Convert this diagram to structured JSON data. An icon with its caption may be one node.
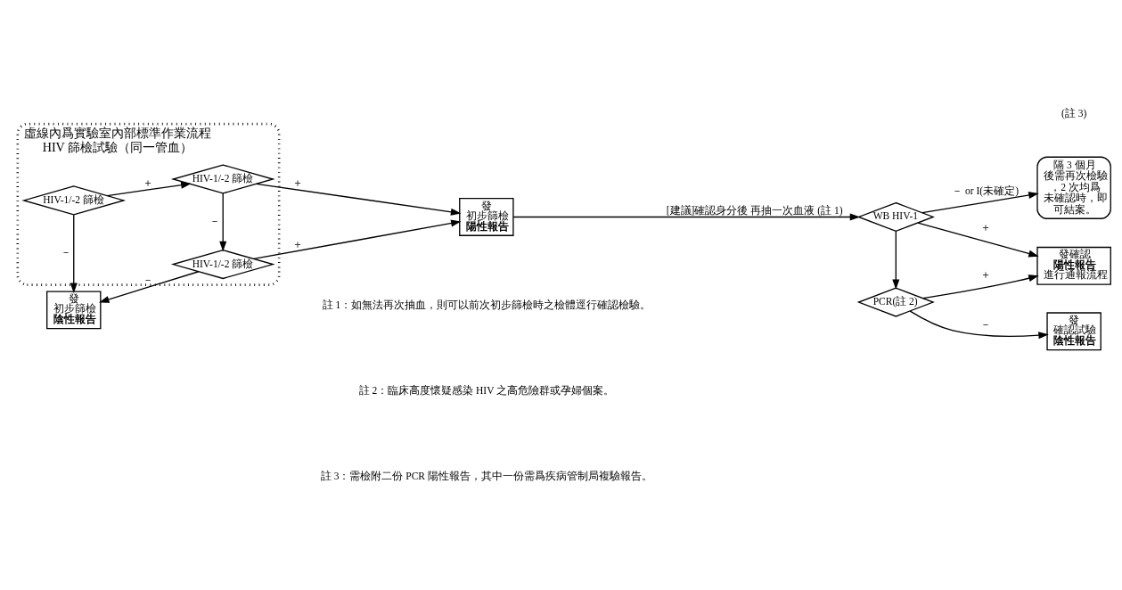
{
  "diagram": {
    "nodes": [
      {
        "text": [
          "虛線內爲實驗室內部標準作業流程",
          "HIV 篩檢試驗（同一管血）"
        ]
      },
      {
        "text": [
          "HIV-1/-2 篩檢"
        ],
        "in": 0
      },
      {
        "text": [
          "HIV-1/-2 篩檢"
        ],
        "in": 0
      },
      {
        "text": [
          "HIV-1/-2 篩檢"
        ],
        "in": 0
      },
      {
        "text": [
          "發",
          "初步篩檢",
          "陽性報告"
        ]
      },
      {
        "text": [
          "WB HIV-1"
        ]
      },
      {
        "text": [
          "發確認",
          "陽性報告",
          "進行通報流程"
        ]
      },
      {
        "text": [
          "隔 3 個月後需再次檢驗，2 次均爲未確認時，即可結案。"
        ]
      },
      {
        "text": [
          "PCR(註 2)"
        ]
      },
      {
        "text": [
          "發",
          "初步篩檢",
          "陰性報告"
        ]
      },
      {
        "text": [
          "發",
          "確認試驗",
          "陰性報告"
        ]
      }
    ],
    "edges": [
      {
        "from": 1,
        "to": 2,
        "arrow": "to",
        "label": "＋"
      },
      {
        "from": 1,
        "to": 9,
        "arrow": "to",
        "label": "－"
      },
      {
        "from": 2,
        "to": 4,
        "arrow": "to",
        "label": "＋"
      },
      {
        "from": 2,
        "to": 3,
        "arrow": "to",
        "label": "－"
      },
      {
        "from": 3,
        "to": 4,
        "arrow": "to",
        "label": "＋"
      },
      {
        "from": 3,
        "to": 9,
        "arrow": "to",
        "label": "－"
      },
      {
        "from": 4,
        "to": 5,
        "arrow": "to",
        "label": "[建議]確認身分後 再抽一次血液 (註 1)"
      },
      {
        "from": 5,
        "to": 6,
        "arrow": "to",
        "label": "＋"
      },
      {
        "from": 5,
        "to": 7,
        "arrow": "to",
        "label": "－ or I(未確定)"
      },
      {
        "from": 5,
        "to": 8,
        "arrow": "to"
      },
      {
        "from": 8,
        "to": 6,
        "arrow": "to",
        "label": "＋"
      },
      {
        "from": 8,
        "to": 10,
        "arrow": "to",
        "label": "－"
      }
    ],
    "labels": [
      "(註 3)",
      "註 1：如無法再次抽血，則可以前次初步篩檢時之檢體逕行確認檢驗。",
      "註 2：臨床高度懷疑感染 HIV 之高危險群或孕婦個案。",
      "註 3：需檢附二份 PCR 陽性報告，其中一份需爲疾病管制局複驗報告。"
    ]
  }
}
